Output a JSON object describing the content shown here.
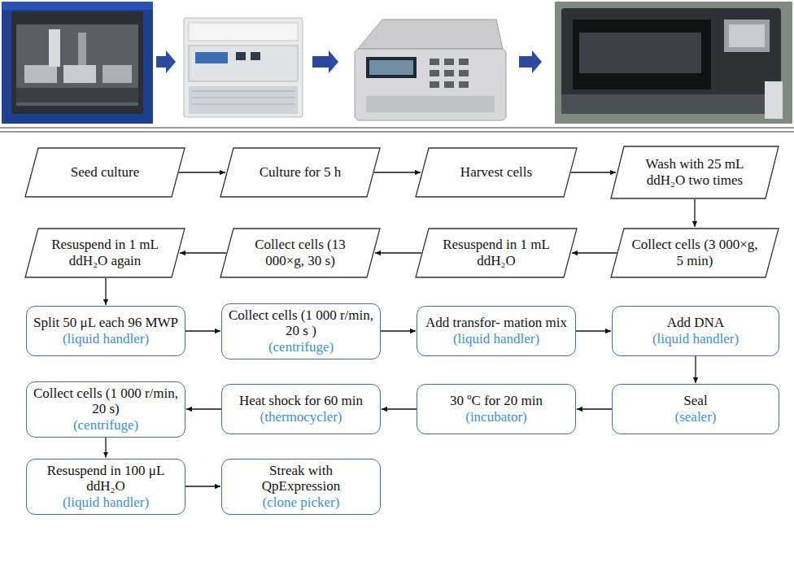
{
  "diagram": {
    "nodes": [
      {
        "text": [
          "Seed culture"
        ]
      },
      {
        "text": [
          "Culture for 5 h"
        ]
      },
      {
        "text": [
          "Harvest cells"
        ]
      },
      {
        "text": [
          "Wash with 25 mL ddH₂O two times"
        ]
      },
      {
        "text": [
          "Collect cells (3 000×g, 5 min)"
        ]
      },
      {
        "text": [
          "Resuspend in 1 mL ddH₂O"
        ]
      },
      {
        "text": [
          "Collect cells (13 000×g, 30 s)"
        ]
      },
      {
        "text": [
          "Resuspend in 1 mL ddH₂O again"
        ]
      },
      {
        "text": [
          "Split 50 μL each 96 MWP",
          "(liquid handler)"
        ]
      },
      {
        "text": [
          "Collect cells (1 000 r/min, 20 s )",
          "(centrifuge)"
        ]
      },
      {
        "text": [
          "Add transfor- mation mix",
          "(liquid handler)"
        ]
      },
      {
        "text": [
          "Add DNA",
          "(liquid handler)"
        ]
      },
      {
        "text": [
          "Seal",
          "(sealer)"
        ]
      },
      {
        "text": [
          "30 ºC for 20 min",
          "(incubator)"
        ]
      },
      {
        "text": [
          "Heat shock for 60 min",
          "(thermocycler)"
        ]
      },
      {
        "text": [
          "Collect cells (1 000 r/min, 20 s)",
          "(centrifuge)"
        ]
      },
      {
        "text": [
          "Resuspend in 100 μL ddH₂O",
          "(liquid handler)"
        ]
      },
      {
        "text": [
          "Streak with QpExpression",
          "(clone picker)"
        ]
      }
    ],
    "edges": [
      {
        "from": 0,
        "to": 1,
        "arrow": "to"
      },
      {
        "from": 1,
        "to": 2,
        "arrow": "to"
      },
      {
        "from": 2,
        "to": 3,
        "arrow": "to"
      },
      {
        "from": 3,
        "to": 4,
        "arrow": "to"
      },
      {
        "from": 4,
        "to": 5,
        "arrow": "to"
      },
      {
        "from": 5,
        "to": 6,
        "arrow": "to"
      },
      {
        "from": 6,
        "to": 7,
        "arrow": "to"
      },
      {
        "from": 7,
        "to": 8,
        "arrow": "to"
      },
      {
        "from": 8,
        "to": 9,
        "arrow": "to"
      },
      {
        "from": 9,
        "to": 10,
        "arrow": "to"
      },
      {
        "from": 10,
        "to": 11,
        "arrow": "to"
      },
      {
        "from": 11,
        "to": 12,
        "arrow": "to"
      },
      {
        "from": 12,
        "to": 13,
        "arrow": "to"
      },
      {
        "from": 13,
        "to": 14,
        "arrow": "to"
      },
      {
        "from": 14,
        "to": 15,
        "arrow": "to"
      },
      {
        "from": 15,
        "to": 16,
        "arrow": "to"
      },
      {
        "from": 16,
        "to": 17,
        "arrow": "to"
      }
    ]
  }
}
